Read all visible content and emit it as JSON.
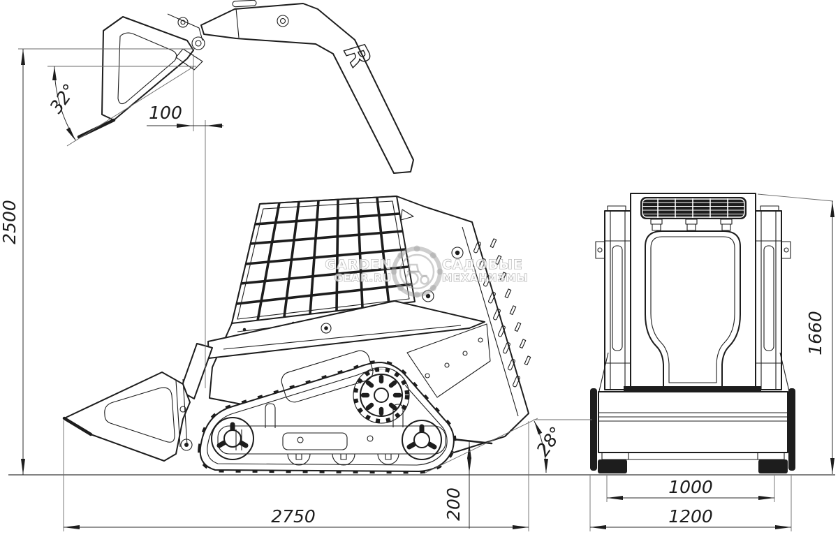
{
  "dimensions": {
    "overall_height": "2500",
    "bucket_pivot_offset": "100",
    "dump_angle": "32°",
    "overall_length": "2750",
    "ground_clearance": "200",
    "departure_angle": "28°",
    "rear_height": "1660",
    "track_gauge": "1000",
    "overall_width": "1200"
  },
  "boom_logo": "R",
  "watermark": {
    "left_top": "GARDEN",
    "left_bottom": "GEAR.RU",
    "right_top": "САДОВЫЕ",
    "right_bottom": "МЕХАНИЗМЫ"
  },
  "colors": {
    "line": "#1d1d1d",
    "dim_line": "#2b2b2b",
    "extension_line": "#6a6a6a",
    "watermark": "#969696",
    "background": "#ffffff"
  }
}
